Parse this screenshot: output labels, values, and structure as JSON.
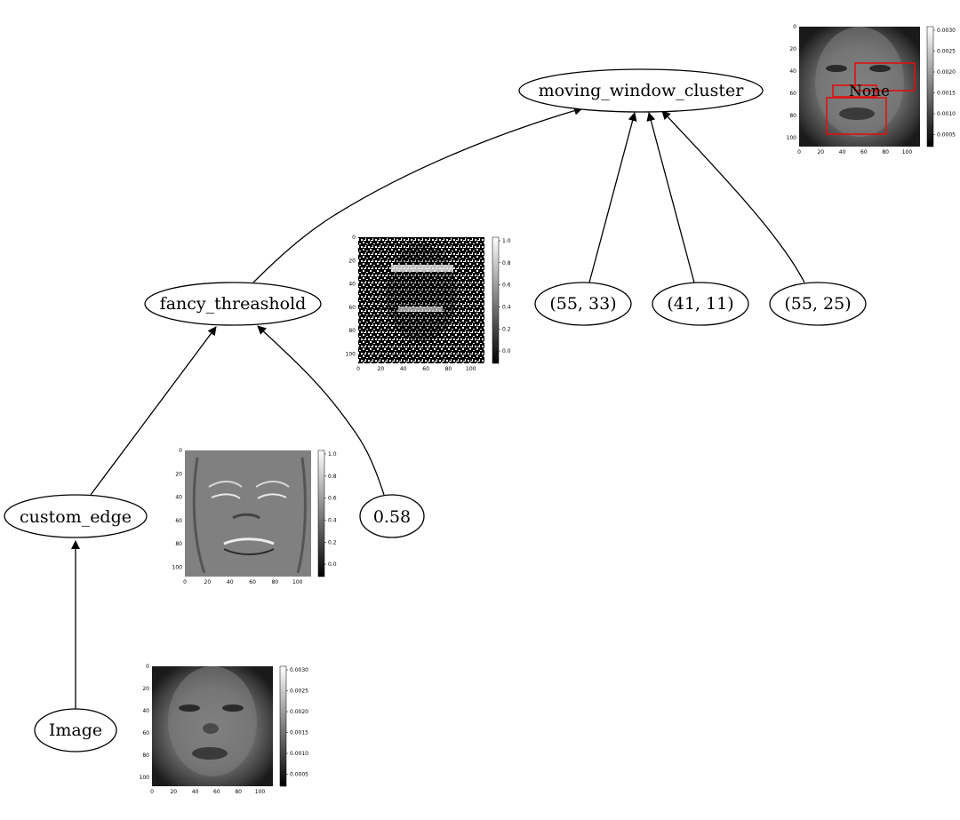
{
  "nodes": {
    "image": {
      "label": "Image"
    },
    "custom_edge": {
      "label": "custom_edge"
    },
    "threshold_value": {
      "label": "0.58"
    },
    "fancy_threashold": {
      "label": "fancy_threashold"
    },
    "window_a": {
      "label": "(55, 33)"
    },
    "window_b": {
      "label": "(41, 11)"
    },
    "window_c": {
      "label": "(55, 25)"
    },
    "moving_window_cluster": {
      "label": "moving_window_cluster"
    }
  },
  "edges": [
    {
      "from": "image",
      "to": "custom_edge"
    },
    {
      "from": "custom_edge",
      "to": "fancy_threashold"
    },
    {
      "from": "threshold_value",
      "to": "fancy_threashold"
    },
    {
      "from": "fancy_threashold",
      "to": "moving_window_cluster"
    },
    {
      "from": "window_a",
      "to": "moving_window_cluster"
    },
    {
      "from": "window_b",
      "to": "moving_window_cluster"
    },
    {
      "from": "window_c",
      "to": "moving_window_cluster"
    }
  ],
  "thumbnails": {
    "image": {
      "x_ticks": [
        "0",
        "20",
        "40",
        "60",
        "80",
        "100"
      ],
      "y_ticks": [
        "0",
        "20",
        "40",
        "60",
        "80",
        "100"
      ],
      "colorbar_ticks": [
        "0.0030",
        "0.0025",
        "0.0020",
        "0.0015",
        "0.0010",
        "0.0005"
      ]
    },
    "custom_edge": {
      "x_ticks": [
        "0",
        "20",
        "40",
        "60",
        "80",
        "100"
      ],
      "y_ticks": [
        "0",
        "20",
        "40",
        "60",
        "80",
        "100"
      ],
      "colorbar_ticks": [
        "1.0",
        "0.8",
        "0.6",
        "0.4",
        "0.2",
        "0.0"
      ]
    },
    "fancy_threashold": {
      "x_ticks": [
        "0",
        "20",
        "40",
        "60",
        "80",
        "100"
      ],
      "y_ticks": [
        "0",
        "20",
        "40",
        "60",
        "80",
        "100"
      ],
      "colorbar_ticks": [
        "1.0",
        "0.8",
        "0.6",
        "0.4",
        "0.2",
        "0.0"
      ]
    },
    "moving_window_cluster": {
      "overlay_text": "None",
      "x_ticks": [
        "0",
        "20",
        "40",
        "60",
        "80",
        "100"
      ],
      "y_ticks": [
        "0",
        "20",
        "40",
        "60",
        "80",
        "100"
      ],
      "colorbar_ticks": [
        "0.0030",
        "0.0025",
        "0.0020",
        "0.0015",
        "0.0010",
        "0.0005"
      ],
      "box_color": "#dd1111"
    }
  },
  "colors": {
    "stroke": "#000000",
    "background": "#ffffff",
    "box": "#dd1111"
  }
}
